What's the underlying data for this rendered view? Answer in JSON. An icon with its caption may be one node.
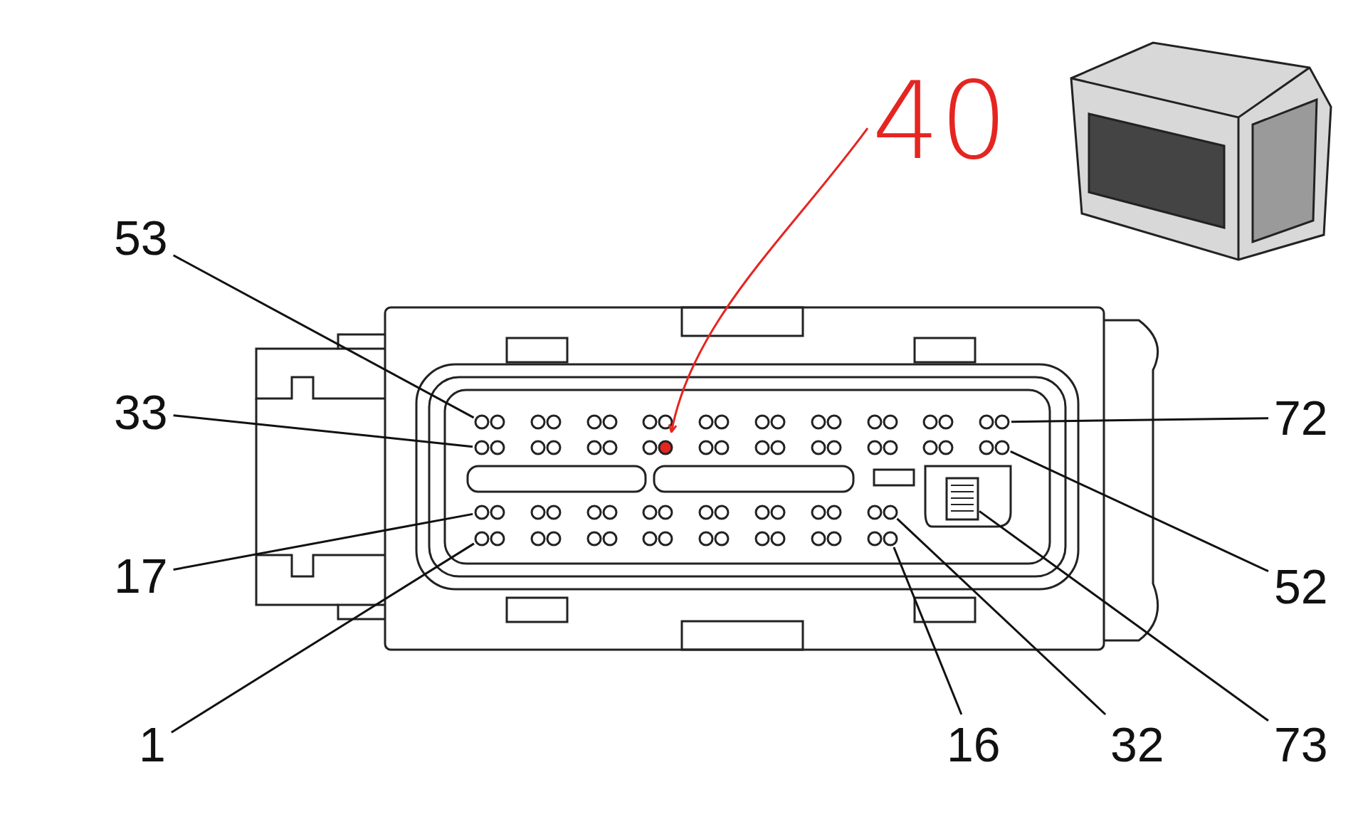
{
  "diagram": {
    "nodes": [
      {
        "text": [
          "53"
        ]
      },
      {
        "text": [
          "33"
        ]
      },
      {
        "text": [
          "17"
        ]
      },
      {
        "text": [
          "1"
        ]
      },
      {
        "text": [
          "72"
        ]
      },
      {
        "text": [
          "52"
        ]
      },
      {
        "text": [
          "16"
        ]
      },
      {
        "text": [
          "32"
        ]
      },
      {
        "text": [
          "73"
        ]
      },
      {
        "text": [
          "40"
        ]
      },
      {
        "text": [],
        "shape": "circle"
      },
      {
        "text": [],
        "shape": "circle"
      },
      {
        "text": [],
        "shape": "circle"
      },
      {
        "text": [],
        "shape": "circle"
      },
      {
        "text": [],
        "shape": "circle"
      },
      {
        "text": [],
        "shape": "box"
      },
      {
        "text": [],
        "shape": "circle"
      },
      {
        "text": [],
        "shape": "circle"
      },
      {
        "text": [],
        "shape": "circle"
      },
      {
        "text": [],
        "shape": "circle"
      }
    ],
    "edges": [
      {
        "from": 0,
        "to": 10,
        "arrow": "none"
      },
      {
        "from": 1,
        "to": 13,
        "arrow": "none"
      },
      {
        "from": 2,
        "to": 16,
        "arrow": "none"
      },
      {
        "from": 3,
        "to": 18,
        "arrow": "none"
      },
      {
        "from": 4,
        "to": 12,
        "arrow": "none"
      },
      {
        "from": 5,
        "to": 14,
        "arrow": "none"
      },
      {
        "from": 6,
        "to": 19,
        "arrow": "none"
      },
      {
        "from": 7,
        "to": 17,
        "arrow": "none"
      },
      {
        "from": 8,
        "to": 15,
        "arrow": "none"
      },
      {
        "from": 9,
        "to": 11,
        "arrow": "to",
        "color": "#e52521"
      }
    ]
  }
}
